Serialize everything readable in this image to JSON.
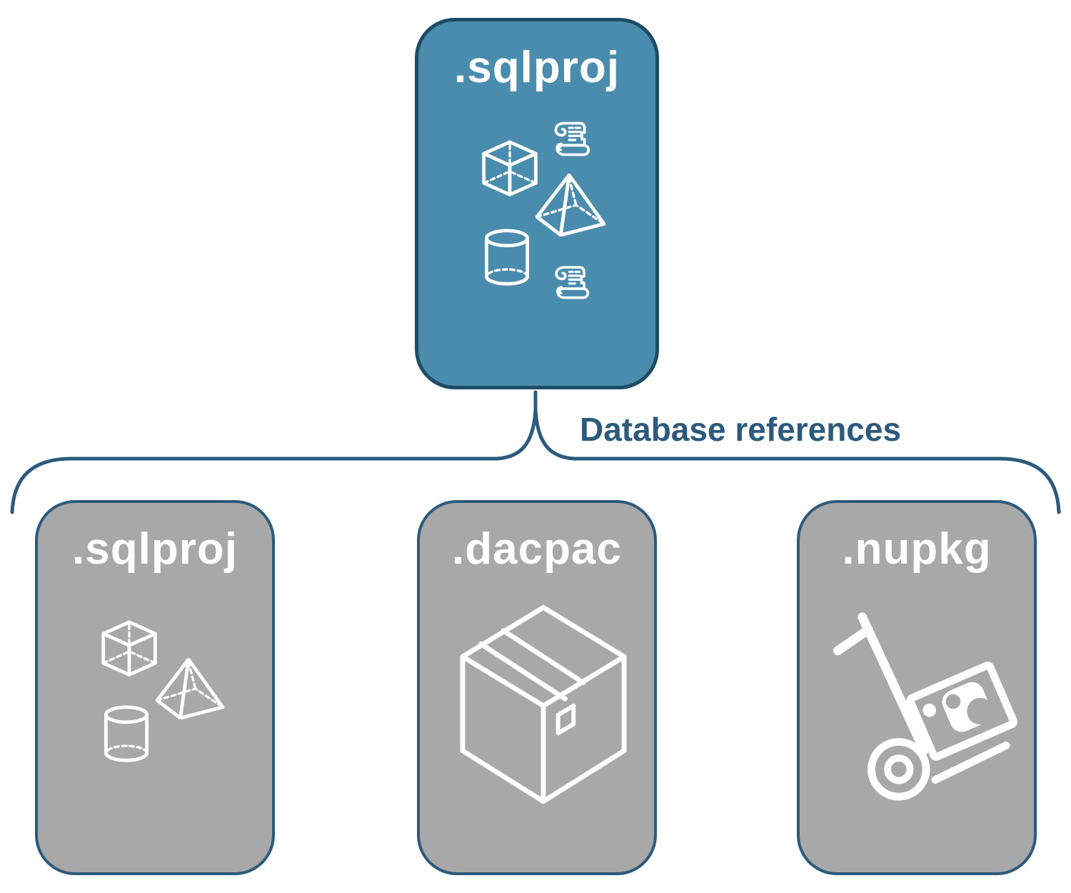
{
  "diagram": {
    "parent": {
      "label": ".sqlproj",
      "icons": [
        "script-scroll",
        "cube",
        "pyramid",
        "database-cylinder",
        "script-scroll"
      ]
    },
    "connector_label": "Database references",
    "children": [
      {
        "id": "sqlproj",
        "label": ".sqlproj",
        "icons": [
          "cube",
          "pyramid",
          "database-cylinder"
        ]
      },
      {
        "id": "dacpac",
        "label": ".dacpac",
        "icons": [
          "package-box"
        ]
      },
      {
        "id": "nupkg",
        "label": ".nupkg",
        "icons": [
          "nuget-dolly"
        ]
      }
    ],
    "colors": {
      "parent_fill": "#4a8cad",
      "parent_border": "#1d4d66",
      "child_fill": "#a8a8a8",
      "child_border": "#2b5a7c",
      "connector_line": "#2b5a7d",
      "connector_label_text": "#2d5a7d",
      "icon": "#ffffff"
    }
  }
}
